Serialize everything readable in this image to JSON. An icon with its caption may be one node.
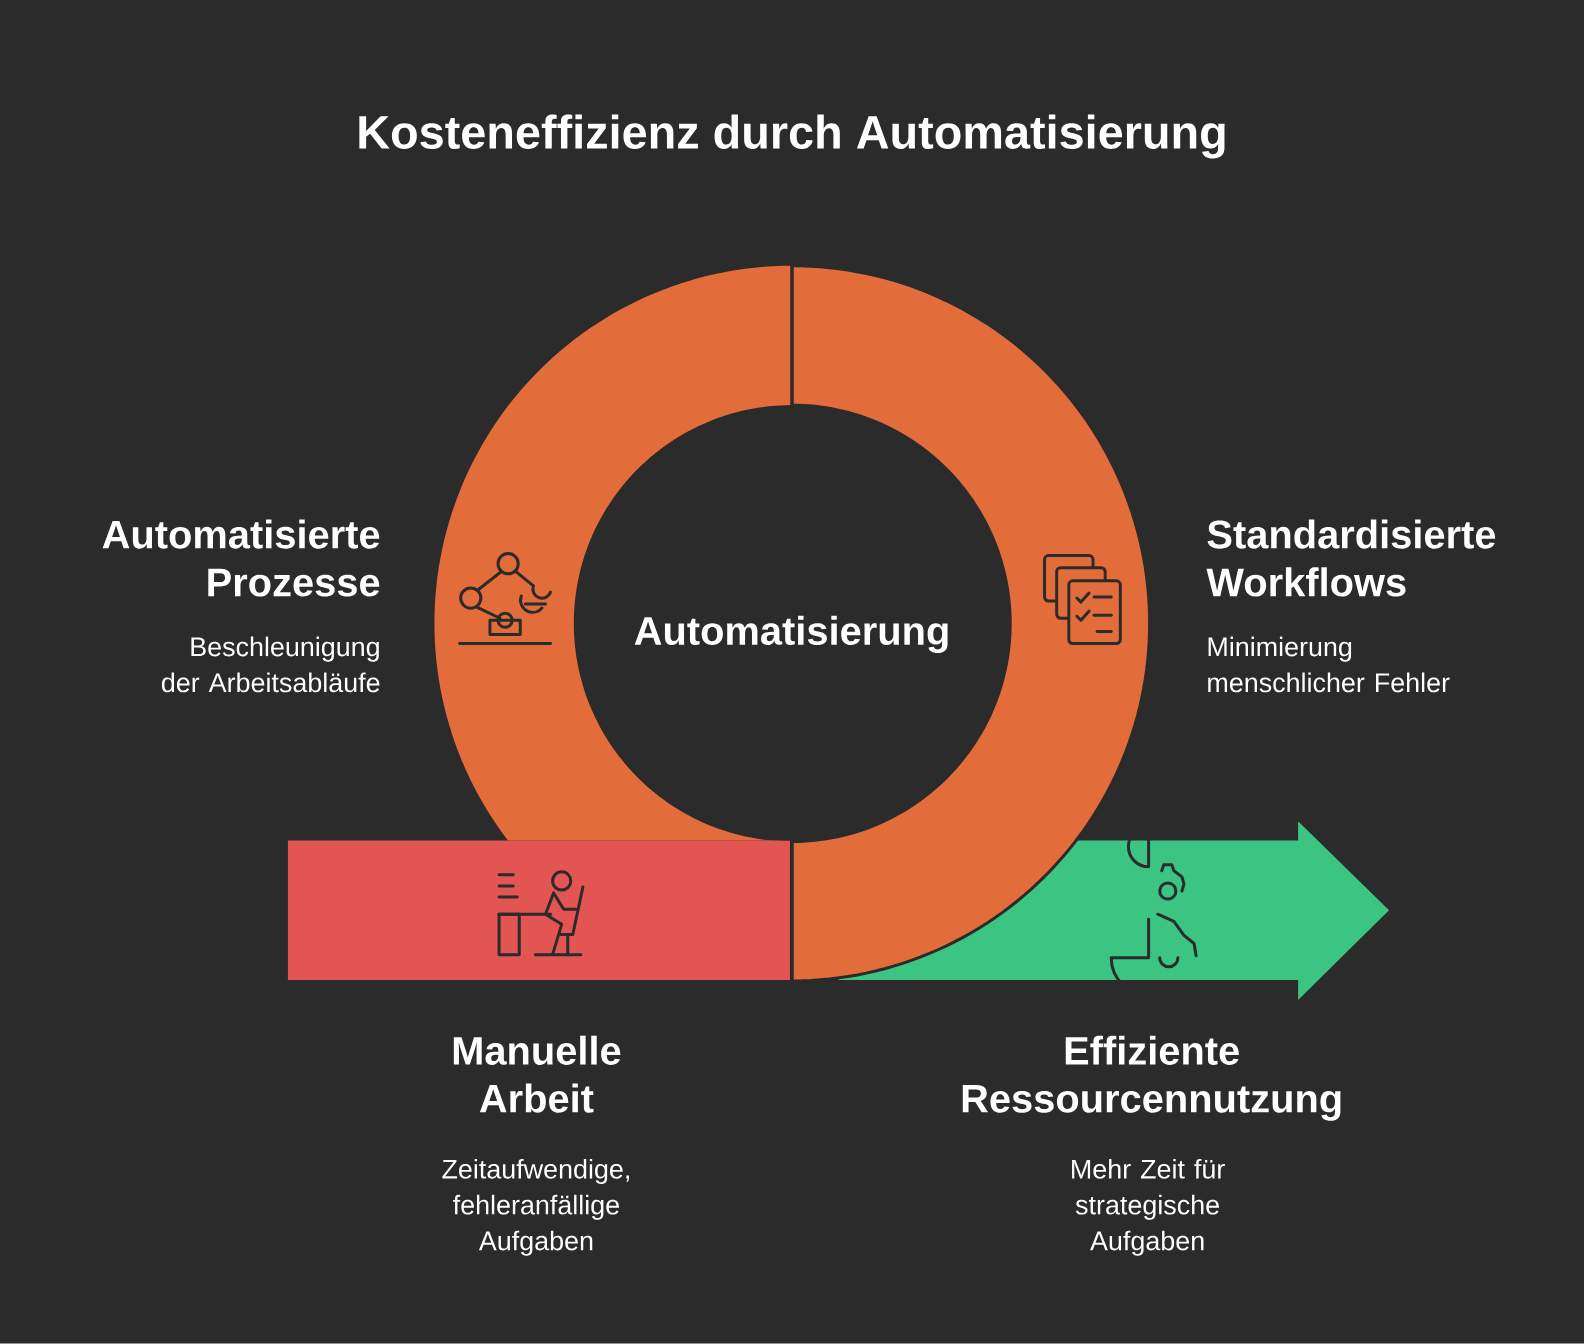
{
  "diagram": {
    "title": "Kosteneffizienz durch Automatisierung",
    "nodes": [
      {
        "text": [
          "Automatisierte Prozesse",
          "Beschleunigung der Arbeitsabläufe"
        ]
      },
      {
        "text": [
          "Standardisierte Workflows",
          "Minimierung menschlicher Fehler"
        ]
      },
      {
        "text": [
          "Automatisierung"
        ]
      },
      {
        "text": [
          "Manuelle Arbeit",
          "Zeitaufwendige, fehleranfällige Aufgaben"
        ]
      },
      {
        "text": [
          "Effiziente Ressourcennutzung",
          "Mehr Zeit für strategische Aufgaben"
        ]
      }
    ]
  }
}
